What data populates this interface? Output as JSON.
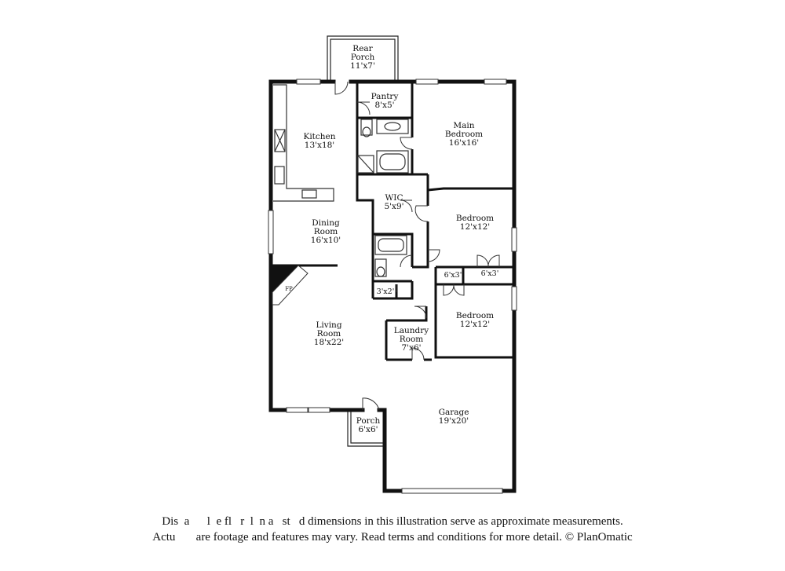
{
  "rooms": {
    "rear_porch": {
      "name_line1": "Rear",
      "name_line2": "Porch",
      "size": "11'x7'"
    },
    "pantry": {
      "name": "Pantry",
      "size": "8'x5'"
    },
    "kitchen": {
      "name": "Kitchen",
      "size": "13'x18'"
    },
    "main_bedroom": {
      "name_line1": "Main",
      "name_line2": "Bedroom",
      "size": "16'x16'"
    },
    "wic": {
      "name": "WIC",
      "size": "5'x9'"
    },
    "dining_room": {
      "name_line1": "Dining",
      "name_line2": "Room",
      "size": "16'x10'"
    },
    "bedroom_2": {
      "name": "Bedroom",
      "size": "12'x12'"
    },
    "closet_a": {
      "size": "6'x3'"
    },
    "closet_b": {
      "size": "6'x3'"
    },
    "fireplace": {
      "label": "FP"
    },
    "linen": {
      "size": "3'x2'"
    },
    "bedroom_3": {
      "name": "Bedroom",
      "size": "12'x12'"
    },
    "living_room": {
      "name_line1": "Living",
      "name_line2": "Room",
      "size": "18'x22'"
    },
    "laundry_room": {
      "name_line1": "Laundry",
      "name_line2": "Room",
      "size": "7'x6'"
    },
    "garage": {
      "name": "Garage",
      "size": "19'x20'"
    },
    "porch": {
      "name": "Porch",
      "size": "6'x6'"
    }
  },
  "disclaimer": {
    "line1": "Dis  a      l  e fl   r  l  n a   st   d dimensions in this illustration serve as approximate measurements.",
    "line2": "Actu       are footage and features may vary. Read terms and conditions for more detail. © PlanOmatic"
  }
}
